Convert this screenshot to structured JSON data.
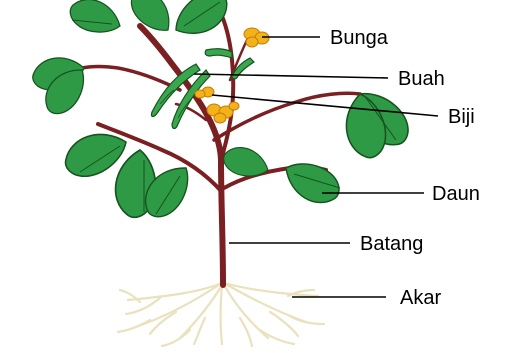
{
  "labels": {
    "flower": "Bunga",
    "fruit": "Buah",
    "seed": "Biji",
    "leaf": "Daun",
    "stem": "Batang",
    "root": "Akar"
  },
  "colors": {
    "leaf_fill": "#2f9a45",
    "leaf_edge": "#15531f",
    "stem": "#7a1f22",
    "flower": "#f2b21c",
    "root": "#eee8c6",
    "line": "#000000"
  }
}
